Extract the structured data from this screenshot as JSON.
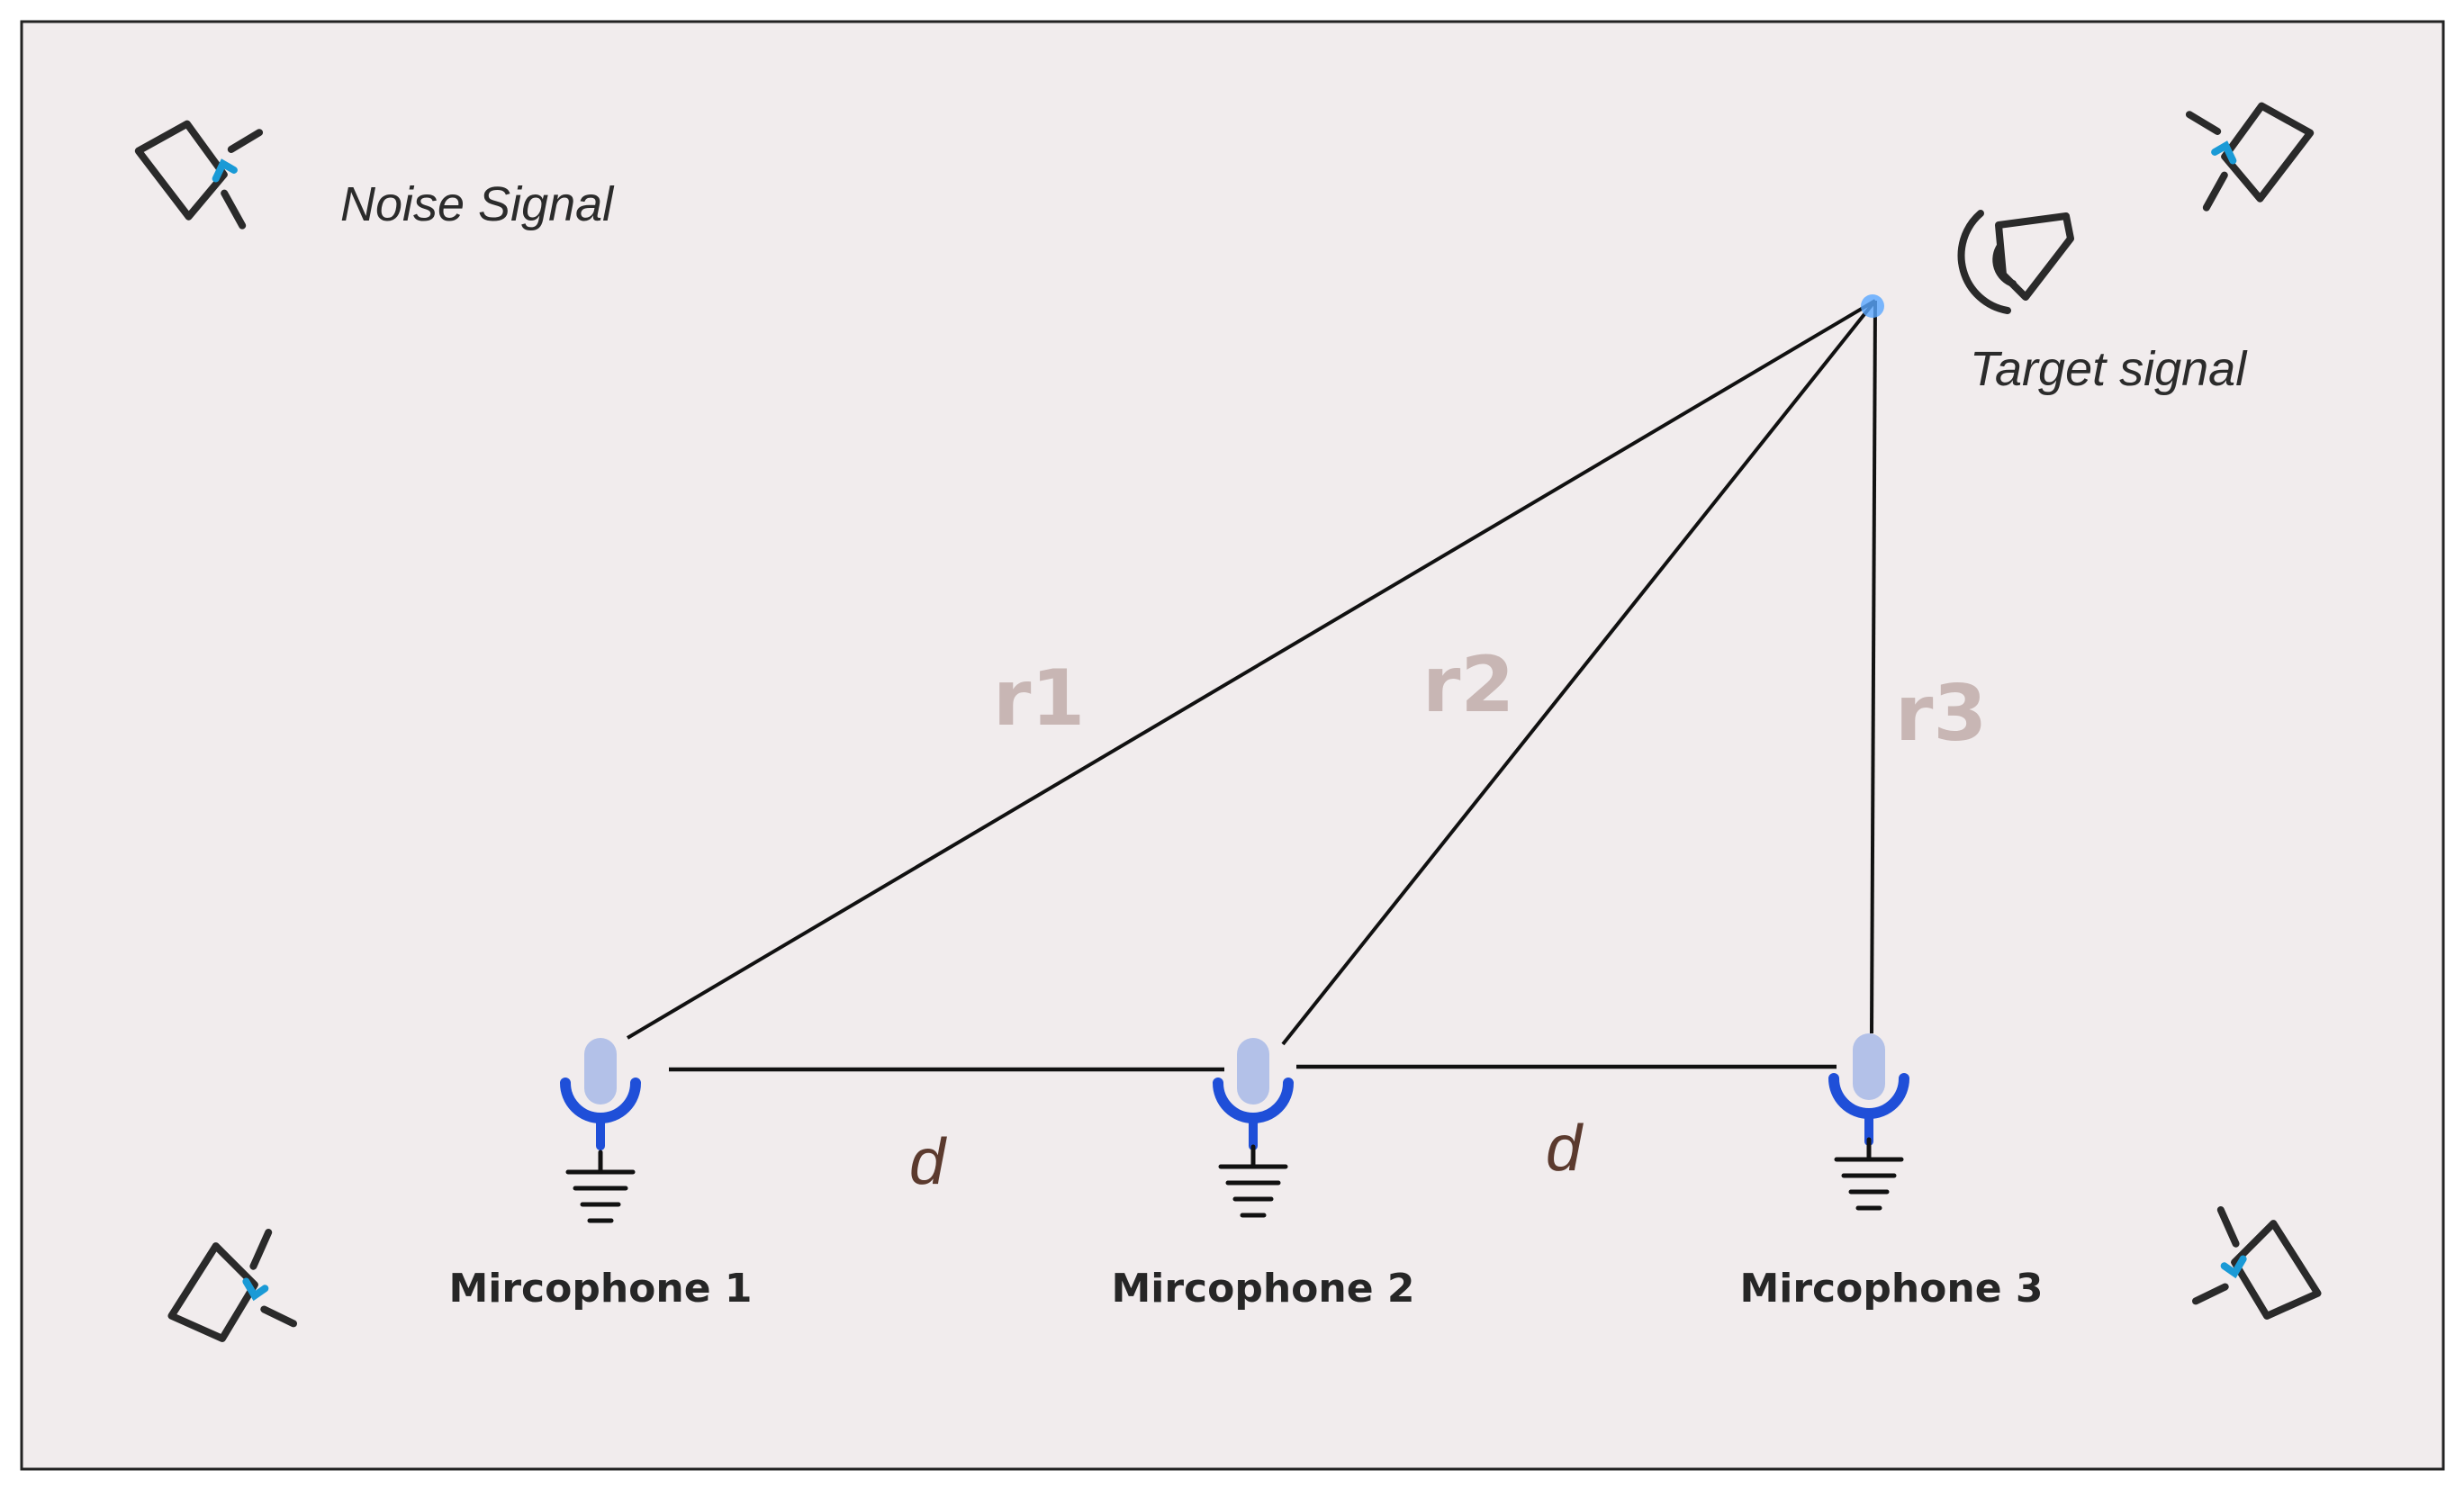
{
  "labels": {
    "noise_signal": "Noise Signal",
    "target_signal": "Target signal",
    "r1": "r1",
    "r2": "r2",
    "r3": "r3",
    "d_left": "d",
    "d_right": "d"
  },
  "microphones": [
    {
      "label": "Mircophone 1"
    },
    {
      "label": "Mircophone 2"
    },
    {
      "label": "Mircophone 3"
    }
  ],
  "icons": {
    "noise_speakers": [
      "speaker-icon",
      "speaker-icon",
      "speaker-icon",
      "speaker-icon"
    ],
    "target_source": "broadcast-speaker-icon",
    "microphone": "microphone-icon",
    "ground": "ground-icon"
  },
  "colors": {
    "background": "#f1eced",
    "line": "#111111",
    "mic_blue": "#1f4fd8",
    "mic_capsule": "#b3c1e8",
    "sound_wave_blue": "#1a9ad6",
    "distance_label": "#c8b6b4",
    "d_label": "#5b3a2e"
  }
}
